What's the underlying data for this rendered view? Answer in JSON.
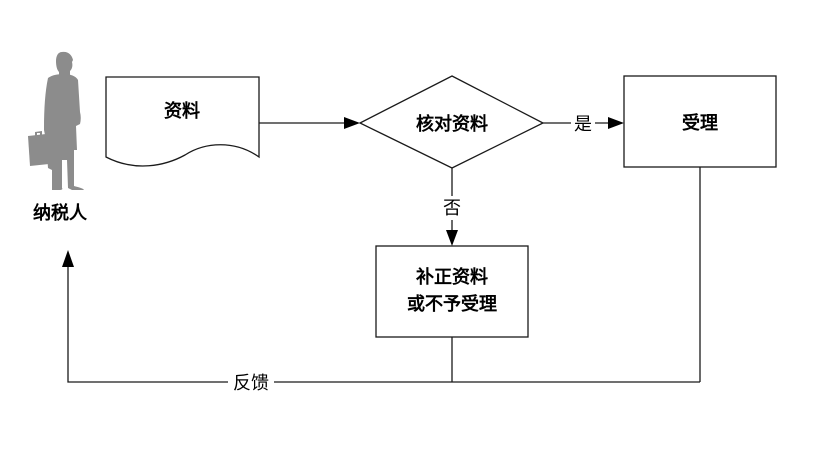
{
  "diagram": {
    "type": "flowchart",
    "colors": {
      "stroke": "#1a1a1a",
      "arrow": "#000000",
      "actor": "#8c8c8c",
      "background": "#ffffff"
    },
    "actor": {
      "icon": "businessman-silhouette-icon",
      "label": "纳税人"
    },
    "nodes": {
      "materials": {
        "shape": "document",
        "label": "资料"
      },
      "verify": {
        "shape": "decision",
        "label": "核对资料"
      },
      "accept": {
        "shape": "process",
        "label": "受理"
      },
      "correct": {
        "shape": "process",
        "label_line1": "补正资料",
        "label_line2": "或不予受理"
      }
    },
    "edges": {
      "yes_label": "是",
      "no_label": "否",
      "feedback_label": "反馈"
    }
  }
}
